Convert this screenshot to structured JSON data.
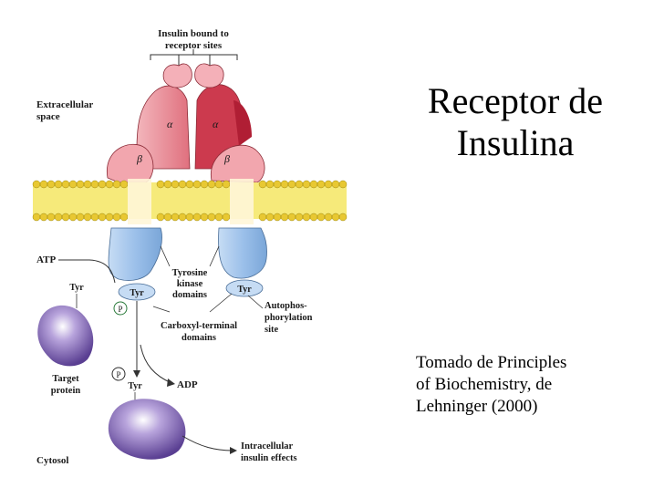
{
  "slide": {
    "title_lines": [
      "Receptor de",
      "Insulina"
    ],
    "citation_lines": [
      "Tomado de Principles",
      "of Biochemistry, de",
      "Lehninger (2000)"
    ]
  },
  "diagram": {
    "labels": {
      "insulin_bound_1": "Insulin bound to",
      "insulin_bound_2": "receptor sites",
      "extracellular_1": "Extracellular",
      "extracellular_2": "space",
      "alpha": "α",
      "beta": "β",
      "atp": "ATP",
      "tyr": "Tyr",
      "p": "P",
      "tk_1": "Tyrosine",
      "tk_2": "kinase",
      "tk_3": "domains",
      "autophos_1": "Autophos-",
      "autophos_2": "phorylation",
      "autophos_3": "site",
      "carboxyl_1": "Carboxyl-terminal",
      "carboxyl_2": "domains",
      "target_1": "Target",
      "target_2": "protein",
      "adp": "ADP",
      "cytosol": "Cytosol",
      "effects_1": "Intracellular",
      "effects_2": "insulin effects"
    },
    "colors": {
      "alpha_subunit": "#e07080",
      "alpha_dark": "#c8283c",
      "beta_subunit": "#f2a6ae",
      "membrane_head": "#e8c832",
      "membrane_tail": "#f6ea7a",
      "kinase_domain": "#9cc4ec",
      "target_protein": "#8a70b8"
    }
  }
}
